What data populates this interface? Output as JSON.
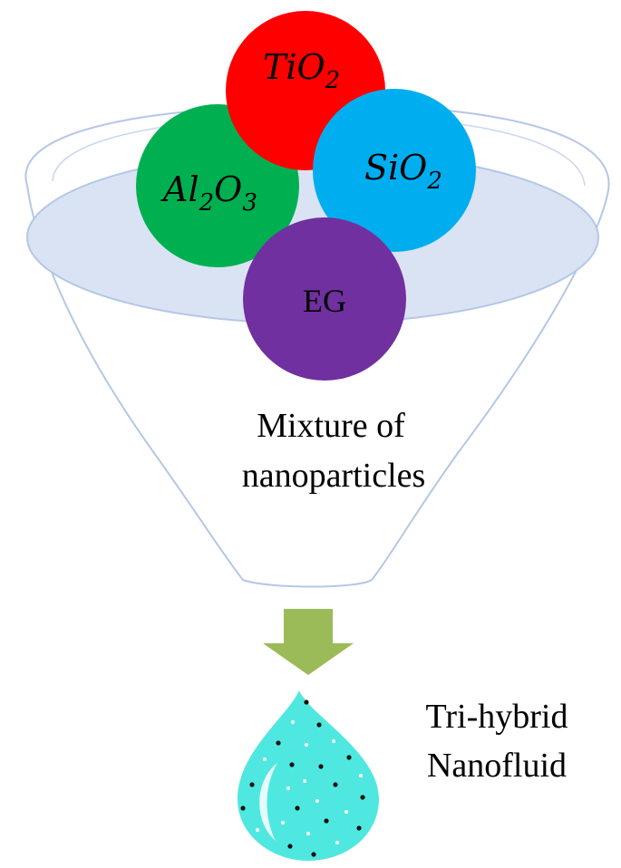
{
  "particles": {
    "tio2": {
      "main": "TiO",
      "sub": "2",
      "color": "#ff0000"
    },
    "sio2": {
      "main": "SiO",
      "sub": "2",
      "color": "#00aeef"
    },
    "al2o3": {
      "main_a": "Al",
      "sub_a": "2",
      "main_b": "O",
      "sub_b": "3",
      "color": "#00b050"
    },
    "eg": {
      "label": "EG",
      "color": "#7030a0"
    }
  },
  "funnel": {
    "caption_line1": "Mixture of",
    "caption_line2": "nanoparticles",
    "liquid_color": "#dae3f3",
    "outline_color": "#b4c7e7"
  },
  "arrow": {
    "color": "#9bbb59"
  },
  "droplet": {
    "color": "#4fe8e0"
  },
  "result": {
    "line1": "Tri-hybrid",
    "line2": "Nanofluid"
  }
}
